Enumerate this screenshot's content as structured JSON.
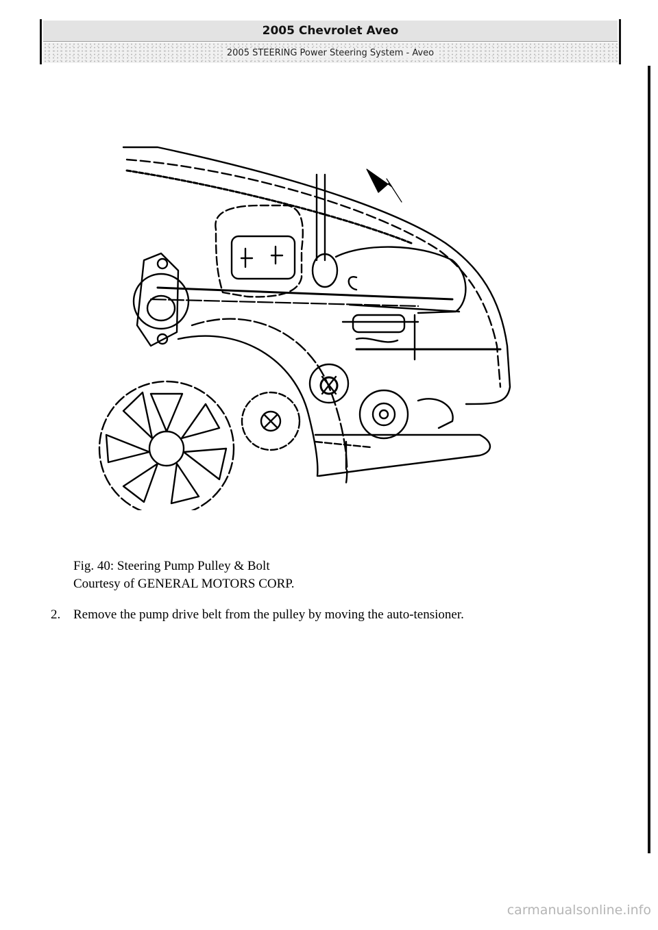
{
  "header": {
    "title": "2005 Chevrolet Aveo",
    "subtitle": "2005 STEERING Power Steering System - Aveo"
  },
  "figure": {
    "caption_line1": "Fig. 40: Steering Pump Pulley & Bolt",
    "caption_line2": "Courtesy of GENERAL MOTORS CORP."
  },
  "steps": [
    {
      "number": "2.",
      "text": "Remove the pump drive belt from the pulley by moving the auto-tensioner."
    }
  ],
  "footer": {
    "watermark": "carmanualsonline.info"
  }
}
